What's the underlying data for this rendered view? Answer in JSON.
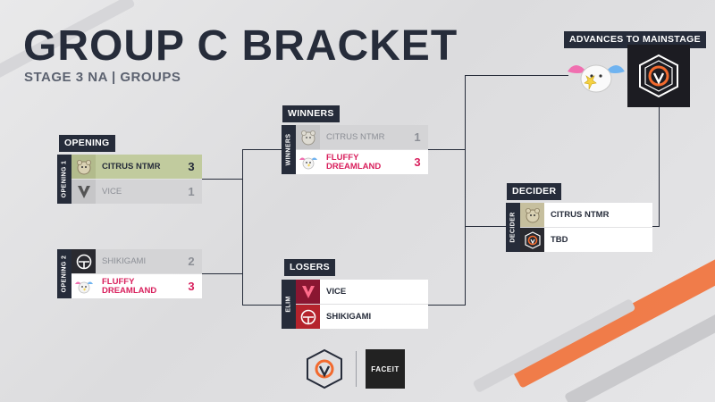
{
  "header": {
    "title": "GROUP C BRACKET",
    "subtitle": "STAGE 3 NA | GROUPS"
  },
  "sections": {
    "opening": "OPENING",
    "winners": "WINNERS",
    "losers": "LOSERS",
    "decider": "DECIDER",
    "advances": "ADVANCES TO MAINSTAGE"
  },
  "matches": {
    "opening1": {
      "side_label": "OPENING 1",
      "team1": {
        "name": "CITRUS NTMR",
        "score": "3",
        "logo": "citrus-ntmr-logo"
      },
      "team2": {
        "name": "VICE",
        "score": "1",
        "logo": "vice-logo"
      }
    },
    "opening2": {
      "side_label": "OPENING 2",
      "team1": {
        "name": "SHIKIGAMI",
        "score": "2",
        "logo": "shikigami-logo"
      },
      "team2": {
        "name_line1": "FLUFFY",
        "name_line2": "DREAMLAND",
        "score": "3",
        "logo": "fluffy-dreamland-logo"
      }
    },
    "winners": {
      "side_label": "WINNERS",
      "team1": {
        "name": "CITRUS NTMR",
        "score": "1",
        "logo": "citrus-ntmr-logo"
      },
      "team2": {
        "name_line1": "FLUFFY",
        "name_line2": "DREAMLAND",
        "score": "3",
        "logo": "fluffy-dreamland-logo"
      }
    },
    "elim": {
      "side_label": "ELIM",
      "team1": {
        "name": "VICE",
        "logo": "vice-logo"
      },
      "team2": {
        "name": "SHIKIGAMI",
        "logo": "shikigami-logo"
      }
    },
    "decider": {
      "side_label": "DECIDER",
      "team1": {
        "name": "CITRUS NTMR",
        "logo": "citrus-ntmr-logo"
      },
      "team2": {
        "name": "TBD",
        "logo": "overwatch-logo"
      }
    }
  },
  "footer": {
    "partner": "FACEIT"
  },
  "colors": {
    "dark": "#262c3a",
    "winner_row": "#c1cb9e",
    "loser_row": "#d4d4d6",
    "accent_pink": "#d81f5c",
    "orange": "#f26a2e"
  }
}
